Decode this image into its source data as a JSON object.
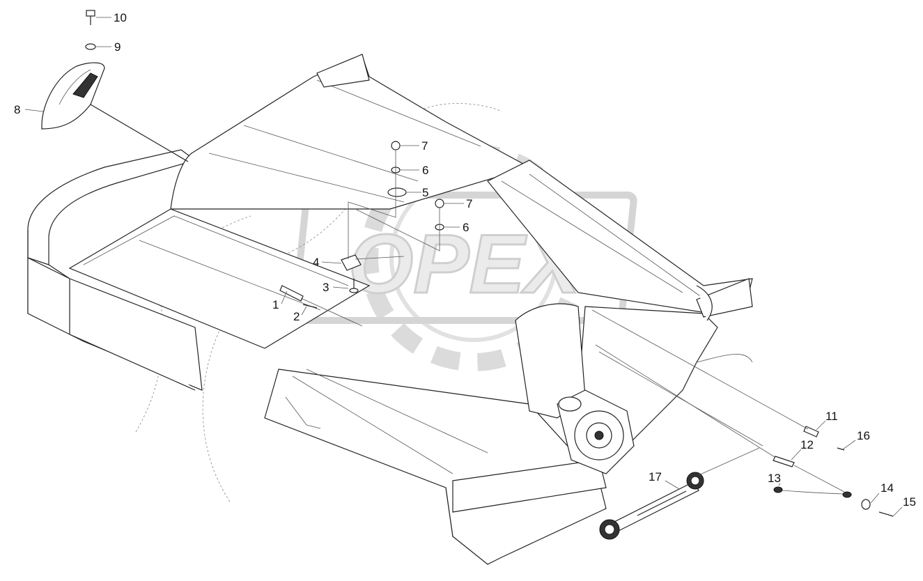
{
  "watermark": {
    "text": "OPEX",
    "color": "#bdbdbd"
  },
  "callouts": [
    {
      "id": "c1",
      "text": "1"
    },
    {
      "id": "c2",
      "text": "2"
    },
    {
      "id": "c3",
      "text": "3"
    },
    {
      "id": "c4",
      "text": "4"
    },
    {
      "id": "c5",
      "text": "5"
    },
    {
      "id": "c6a",
      "text": "6"
    },
    {
      "id": "c6b",
      "text": "6"
    },
    {
      "id": "c7a",
      "text": "7"
    },
    {
      "id": "c7b",
      "text": "7"
    },
    {
      "id": "c8",
      "text": "8"
    },
    {
      "id": "c9",
      "text": "9"
    },
    {
      "id": "c10",
      "text": "10"
    },
    {
      "id": "c11",
      "text": "11"
    },
    {
      "id": "c12",
      "text": "12"
    },
    {
      "id": "c13",
      "text": "13"
    },
    {
      "id": "c14",
      "text": "14"
    },
    {
      "id": "c15",
      "text": "15"
    },
    {
      "id": "c16",
      "text": "16"
    },
    {
      "id": "c17",
      "text": "17"
    }
  ],
  "colors": {
    "line": "#222222",
    "background": "#ffffff"
  }
}
